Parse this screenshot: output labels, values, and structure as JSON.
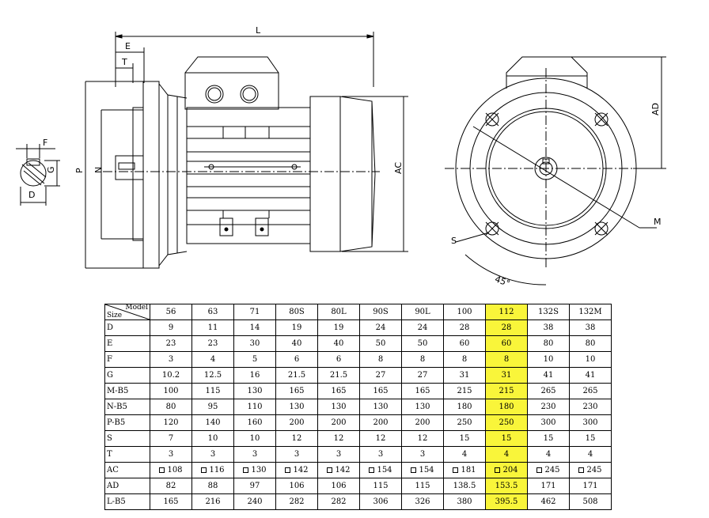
{
  "labels": {
    "L": "L",
    "E": "E",
    "T": "T",
    "F": "F",
    "G": "G",
    "D": "D",
    "P": "P",
    "N": "N",
    "AC": "AC",
    "AD": "AD",
    "M": "M",
    "S": "S",
    "angle": "45°"
  },
  "table": {
    "corner_model": "Model",
    "corner_size": "Size",
    "highlight_column": "112",
    "models": [
      "56",
      "63",
      "71",
      "80S",
      "80L",
      "90S",
      "90L",
      "100",
      "112",
      "132S",
      "132M"
    ],
    "rows": [
      {
        "label": "D",
        "box": false,
        "values": [
          "9",
          "11",
          "14",
          "19",
          "19",
          "24",
          "24",
          "28",
          "28",
          "38",
          "38"
        ]
      },
      {
        "label": "E",
        "box": false,
        "values": [
          "23",
          "23",
          "30",
          "40",
          "40",
          "50",
          "50",
          "60",
          "60",
          "80",
          "80"
        ]
      },
      {
        "label": "F",
        "box": false,
        "values": [
          "3",
          "4",
          "5",
          "6",
          "6",
          "8",
          "8",
          "8",
          "8",
          "10",
          "10"
        ]
      },
      {
        "label": "G",
        "box": false,
        "values": [
          "10.2",
          "12.5",
          "16",
          "21.5",
          "21.5",
          "27",
          "27",
          "31",
          "31",
          "41",
          "41"
        ]
      },
      {
        "label": "M-B5",
        "box": false,
        "values": [
          "100",
          "115",
          "130",
          "165",
          "165",
          "165",
          "165",
          "215",
          "215",
          "265",
          "265"
        ]
      },
      {
        "label": "N-B5",
        "box": false,
        "values": [
          "80",
          "95",
          "110",
          "130",
          "130",
          "130",
          "130",
          "180",
          "180",
          "230",
          "230"
        ]
      },
      {
        "label": "P-B5",
        "box": false,
        "values": [
          "120",
          "140",
          "160",
          "200",
          "200",
          "200",
          "200",
          "250",
          "250",
          "300",
          "300"
        ]
      },
      {
        "label": "S",
        "box": false,
        "values": [
          "7",
          "10",
          "10",
          "12",
          "12",
          "12",
          "12",
          "15",
          "15",
          "15",
          "15"
        ]
      },
      {
        "label": "T",
        "box": false,
        "values": [
          "3",
          "3",
          "3",
          "3",
          "3",
          "3",
          "3",
          "4",
          "4",
          "4",
          "4"
        ]
      },
      {
        "label": "AC",
        "box": true,
        "values": [
          "108",
          "116",
          "130",
          "142",
          "142",
          "154",
          "154",
          "181",
          "204",
          "245",
          "245"
        ]
      },
      {
        "label": "AD",
        "box": false,
        "values": [
          "82",
          "88",
          "97",
          "106",
          "106",
          "115",
          "115",
          "138.5",
          "153.5",
          "171",
          "171"
        ]
      },
      {
        "label": "L-B5",
        "box": false,
        "values": [
          "165",
          "216",
          "240",
          "282",
          "282",
          "306",
          "326",
          "380",
          "395.5",
          "462",
          "508"
        ]
      }
    ]
  }
}
